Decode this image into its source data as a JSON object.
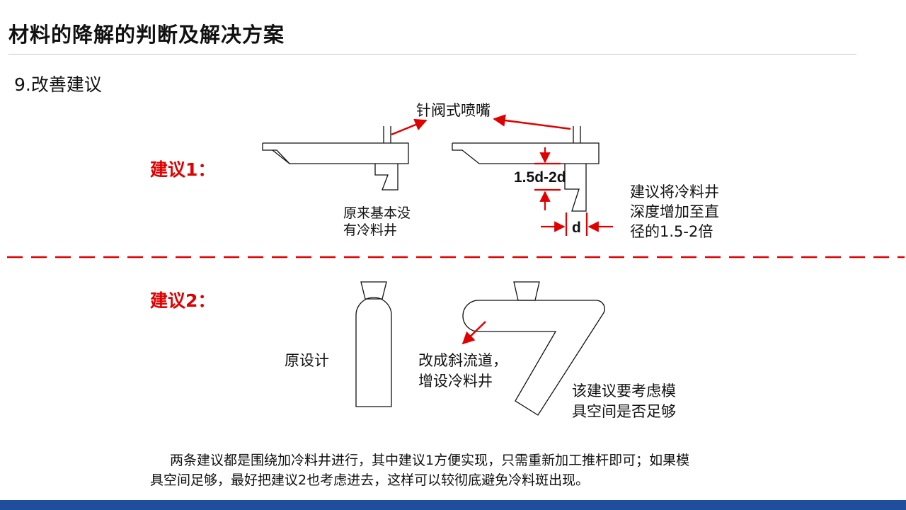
{
  "title": "材料的降解的判断及解决方案",
  "section": "9.改善建议",
  "suggestion1": {
    "label": "建议1：",
    "nozzle_label": "针阀式喷嘴",
    "original_note": [
      "原来基本没",
      "有冷料井"
    ],
    "depth_dim": "1.5d-2d",
    "width_dim": "d",
    "advice": [
      "建议将冷料井",
      "深度增加至直",
      "径的1.5-2倍"
    ]
  },
  "suggestion2": {
    "label": "建议2：",
    "original_label": "原设计",
    "change_note": [
      "改成斜流道，",
      "增设冷料井"
    ],
    "consider_note": [
      "该建议要考虑模",
      "具空间是否足够"
    ]
  },
  "summary": [
    "两条建议都是围绕加冷料井进行，其中建议1方便实现，只需重新加工推杆即可；如果模",
    "具空间足够，最好把建议2也考虑进去，这样可以较彻底避免冷料斑出现。"
  ],
  "colors": {
    "accent_red": "#e00000",
    "bottom_bar": "#1f4e9c"
  }
}
